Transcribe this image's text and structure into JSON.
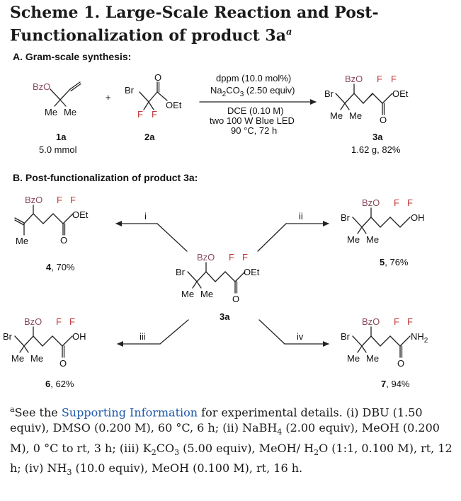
{
  "title": {
    "main": "Scheme 1. Large-Scale Reaction and Post-Functionalization of product 3a",
    "marker": "a"
  },
  "section_a": {
    "heading": "A. Gram-scale synthesis:"
  },
  "section_b": {
    "heading": "B. Post-functionalization of product 3a:"
  },
  "groups": {
    "bzo": "BzO",
    "br": "Br",
    "me": "Me",
    "f": "F",
    "oet": "OEt",
    "oh": "OH",
    "o": "O",
    "nh": "NH",
    "nh_sub": "2"
  },
  "reagents": {
    "plus": "+",
    "cond_above_1": "dppm (10.0 mol%)",
    "cond_above_2_pre": "Na",
    "cond_above_2_sub1": "2",
    "cond_above_2_mid": "CO",
    "cond_above_2_sub2": "3",
    "cond_above_2_post": " (2.50 equiv)",
    "cond_below_1": "DCE (0.10 M)",
    "cond_below_2": "two 100 W Blue LED",
    "cond_below_3": "90 °C, 72 h"
  },
  "compounds": {
    "c1a": {
      "label": "1a",
      "note": "5.0 mmol"
    },
    "c2a": {
      "label": "2a"
    },
    "c3a": {
      "label": "3a",
      "note": "1.62 g, 82%"
    },
    "c3a_center": {
      "label": "3a"
    },
    "c4": {
      "label": "4",
      "yield": ", 70%"
    },
    "c5": {
      "label": "5",
      "yield": ", 76%"
    },
    "c6": {
      "label": "6",
      "yield": ", 62%"
    },
    "c7": {
      "label": "7",
      "yield": ", 94%"
    }
  },
  "steps": {
    "i": "i",
    "ii": "ii",
    "iii": "iii",
    "iv": "iv"
  },
  "colors": {
    "bzo": "#8a4a5a",
    "fluorine": "#c23838",
    "link": "#1f5aa8"
  },
  "footnote": {
    "marker": "a",
    "see": "See the ",
    "link": "Supporting Information",
    "t1": " for experimental details. (i) DBU (1.50 equiv), DMSO (0.200 M), 60 °C, 6 h; (ii) NaBH",
    "s1": "4",
    "t2": " (2.00 equiv), MeOH (0.200 M), 0 °C to rt, 3 h; (iii) K",
    "s2": "2",
    "t3": "CO",
    "s3": "3",
    "t4": " (5.00 equiv), MeOH/ H",
    "s4": "2",
    "t5": "O (1:1, 0.100 M), rt, 12 h; (iv) NH",
    "s5": "3",
    "t6": " (10.0 equiv), MeOH (0.100 M), rt, 16 h."
  }
}
